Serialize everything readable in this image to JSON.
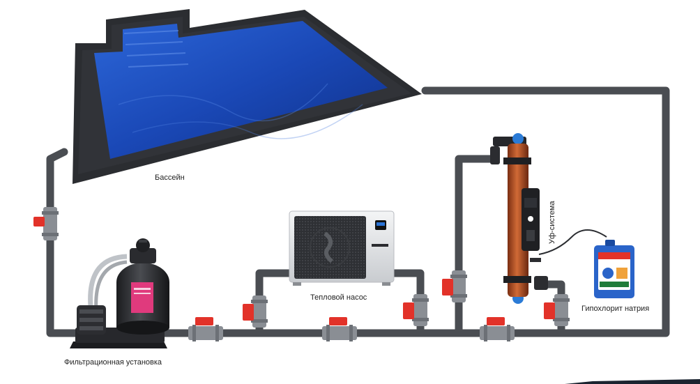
{
  "labels": {
    "pool": "Бассейн",
    "filter": "Фильтрационная установка",
    "heat_pump": "Тепловой насос",
    "uv_system": "Уф-система",
    "hypochlorite": "Гипохлорит натрия"
  },
  "colors": {
    "pipe": "#4a4d52",
    "valve_body": "#8a8e94",
    "valve_handle": "#e23229",
    "pool_water": "#1c4fc2",
    "pool_border": "#2b2d31",
    "uv_copper": "#b8562a",
    "canister": "#2a64c9"
  }
}
